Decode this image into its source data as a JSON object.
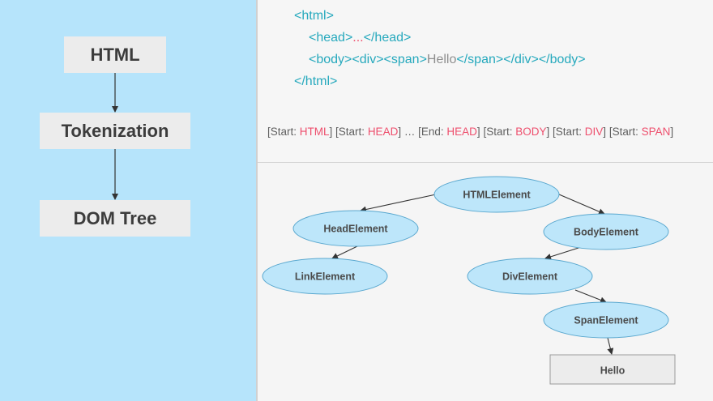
{
  "pipeline": {
    "steps": [
      {
        "label": "HTML"
      },
      {
        "label": "Tokenization"
      },
      {
        "label": "DOM Tree"
      }
    ]
  },
  "code": {
    "line1": {
      "open": "<html>"
    },
    "line2": {
      "open": "<head>",
      "mid": "...",
      "close": "</head>"
    },
    "line3": {
      "body_open": "<body>",
      "div_open": "<div>",
      "span_open": "<span>",
      "text": "Hello",
      "span_close": "</span>",
      "div_close": "</div>",
      "body_close": "</body>"
    },
    "line4": {
      "close": "</html>"
    }
  },
  "tokens": [
    {
      "prefix": "[Start: ",
      "value": "HTML",
      "suffix": "]"
    },
    {
      "prefix": "[Start: ",
      "value": "HEAD",
      "suffix": "]"
    },
    {
      "separator": "…"
    },
    {
      "prefix": "[End: ",
      "value": "HEAD",
      "suffix": "]"
    },
    {
      "prefix": "[Start: ",
      "value": "BODY",
      "suffix": "]"
    },
    {
      "prefix": "[Start: ",
      "value": "DIV",
      "suffix": "]"
    },
    {
      "prefix": "[Start: ",
      "value": "SPAN",
      "suffix": "]"
    }
  ],
  "dom_tree": {
    "nodes": {
      "html": "HTMLElement",
      "head": "HeadElement",
      "body": "BodyElement",
      "link": "LinkElement",
      "div": "DivElement",
      "span": "SpanElement",
      "text": "Hello"
    }
  },
  "colors": {
    "left_panel": "#b6e4fb",
    "node_fill": "#bde6fa",
    "node_stroke": "#5aa8cf",
    "tag": "#26a9bd",
    "tag_name": "#ee4f6d",
    "text": "#8e8e8e"
  }
}
